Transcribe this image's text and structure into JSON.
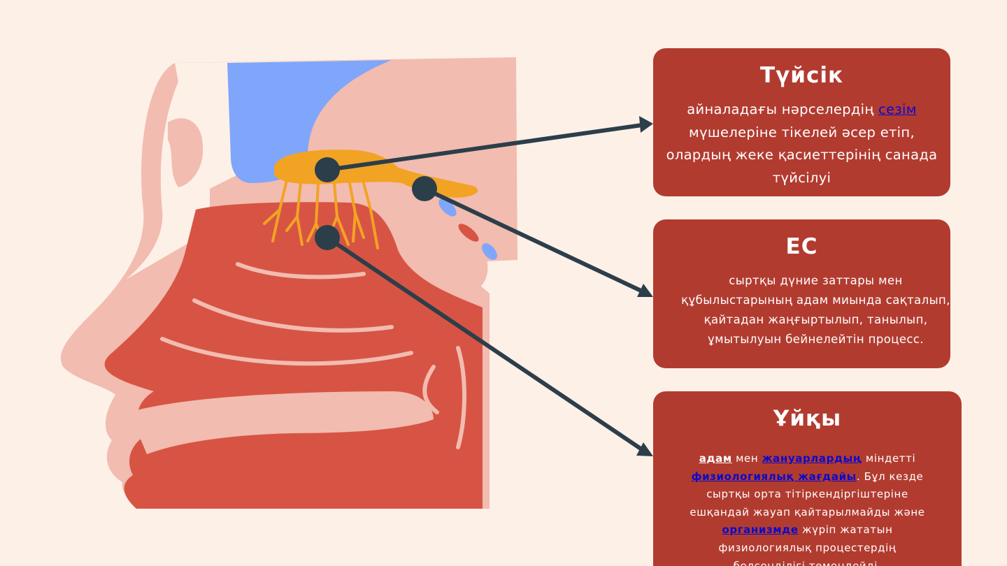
{
  "colors": {
    "background": "#fdf0e7",
    "card": "#b23b30",
    "link": "#0a0acc",
    "connector": "#2c3e4a",
    "nerve": "#f2a324",
    "brain": "#80a6fb",
    "tissue_light": "#f2bcb0",
    "tissue_dark": "#d75444"
  },
  "cards": [
    {
      "title": "Түйсік",
      "before": "айналадағы нәрселердің ",
      "link": "сезім",
      "after": " мүшелеріне тікелей әсер етіп, олардың жеке қасиеттерінің санада түйсілуі"
    },
    {
      "title": "ЕС",
      "text": "сыртқы дүние заттары мен құбылыстарының адам миында сақталып, қайтадан жаңғыртылып, танылып, ұмытылуын бейнелейтін процесс."
    },
    {
      "title": "Ұйқы",
      "w1": "адам",
      "t1": " мен ",
      "w2": "жануарлардың",
      "t2": " міндетті ",
      "w3": "физиологиялық жағдайы",
      "t3": ". Бұл кезде сыртқы орта тітіркендіргіштеріне ешқандай жауап қайтарылмайды және ",
      "w4": "организмде",
      "t4": " жүріп жататын физиологиялық процестердің белсенділігі төмендейді."
    }
  ]
}
